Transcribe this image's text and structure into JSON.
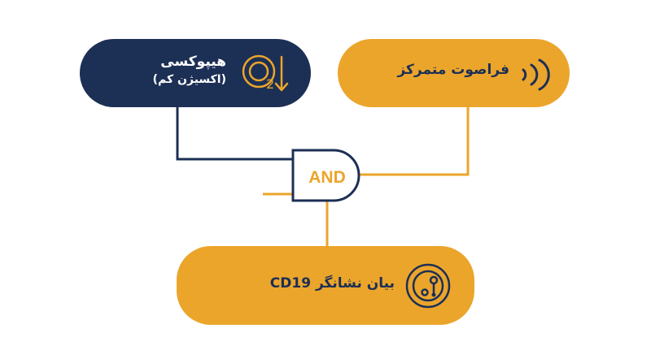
{
  "inputs": {
    "hypoxia": {
      "title": "هیپوکسی",
      "subtitle": "(اکسیژن کم)",
      "icon": "oxygen-down-icon",
      "icon_text": "O2"
    },
    "ultrasound": {
      "title": "فراصوت متمرکز",
      "icon": "sound-waves-icon"
    }
  },
  "gate": {
    "label": "AND"
  },
  "output": {
    "title": "بیان نشانگر CD19",
    "icon": "cell-icon"
  },
  "colors": {
    "navy": "#1c2f55",
    "gold": "#eba52b",
    "background": "#ffffff"
  }
}
